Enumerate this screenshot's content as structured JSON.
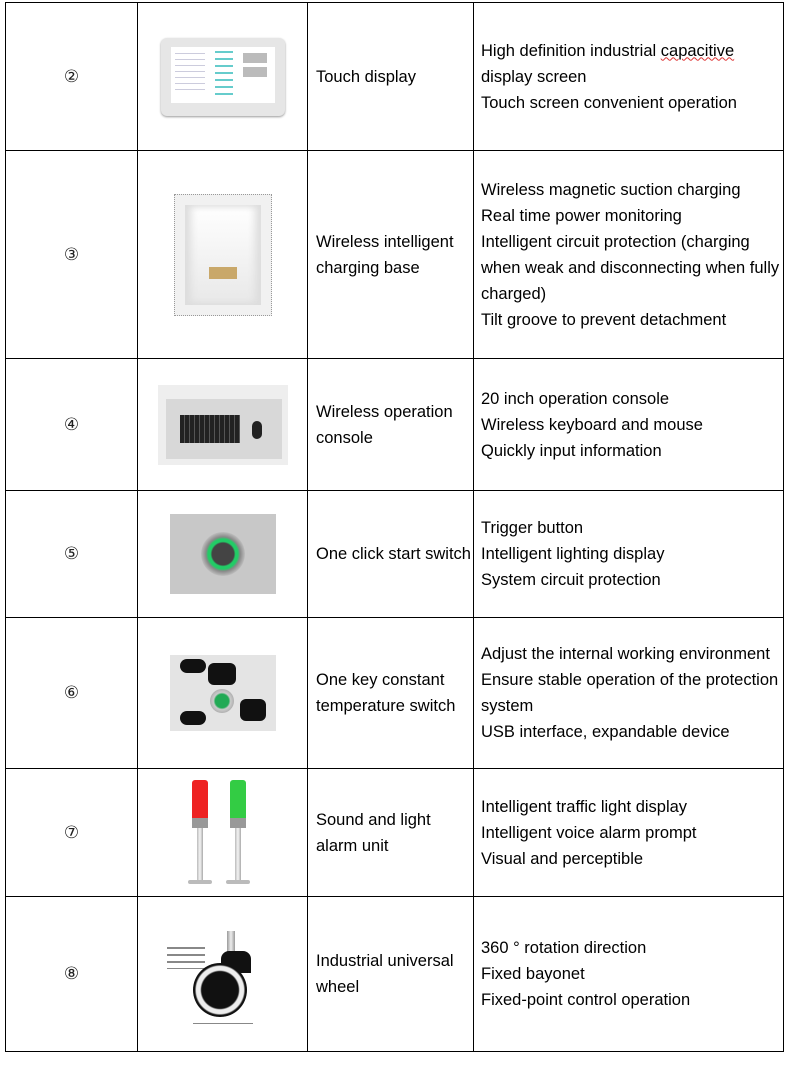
{
  "rows": [
    {
      "num": "②",
      "name": "Touch display",
      "desc_lines": [
        "High definition industrial ",
        "capacitive",
        "display screen",
        "Touch screen convenient operation"
      ]
    },
    {
      "num": "③",
      "name": "Wireless intelligent charging base",
      "desc": [
        "Wireless magnetic suction charging",
        "Real time power monitoring",
        "Intelligent circuit protection (charging when weak and disconnecting when fully charged)",
        "Tilt groove to prevent detachment"
      ]
    },
    {
      "num": "④",
      "name": "Wireless operation console",
      "desc": [
        "20 inch operation console",
        "Wireless keyboard and mouse",
        "Quickly input information"
      ]
    },
    {
      "num": "⑤",
      "name": "One click start switch",
      "desc": [
        "Trigger button",
        "Intelligent lighting display",
        "System circuit protection"
      ]
    },
    {
      "num": "⑥",
      "name": "One key constant temperature switch",
      "desc": [
        "Adjust the internal working environment",
        "Ensure stable operation of the protection system",
        "USB interface, expandable device"
      ]
    },
    {
      "num": "⑦",
      "name": "Sound and light alarm unit",
      "desc": [
        "Intelligent traffic light display",
        "Intelligent voice alarm prompt",
        "Visual and perceptible"
      ]
    },
    {
      "num": "⑧",
      "name": "Industrial universal wheel",
      "desc": [
        "360 ° rotation direction",
        "Fixed bayonet",
        "Fixed-point control operation"
      ]
    }
  ]
}
